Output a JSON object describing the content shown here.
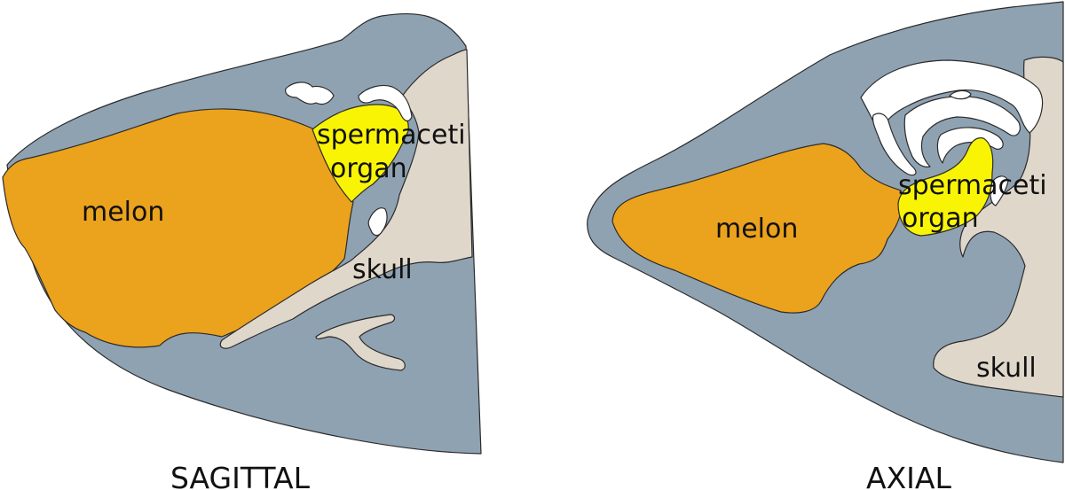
{
  "colors": {
    "tissue": "#8fa2b2",
    "melon": "#eba21d",
    "spermaceti": "#f9f404",
    "skull": "#e0d7cb",
    "air": "#ffffff",
    "outline": "#2b2b2b",
    "text": "#111111"
  },
  "sagittal": {
    "title": "SAGITTAL",
    "labels": {
      "melon": "melon",
      "spermaceti_line1": "spermaceti",
      "spermaceti_line2": "organ",
      "skull": "skull"
    }
  },
  "axial": {
    "title": "AXIAL",
    "labels": {
      "melon": "melon",
      "spermaceti_line1": "spermaceti",
      "spermaceti_line2": "organ",
      "skull": "skull"
    }
  }
}
